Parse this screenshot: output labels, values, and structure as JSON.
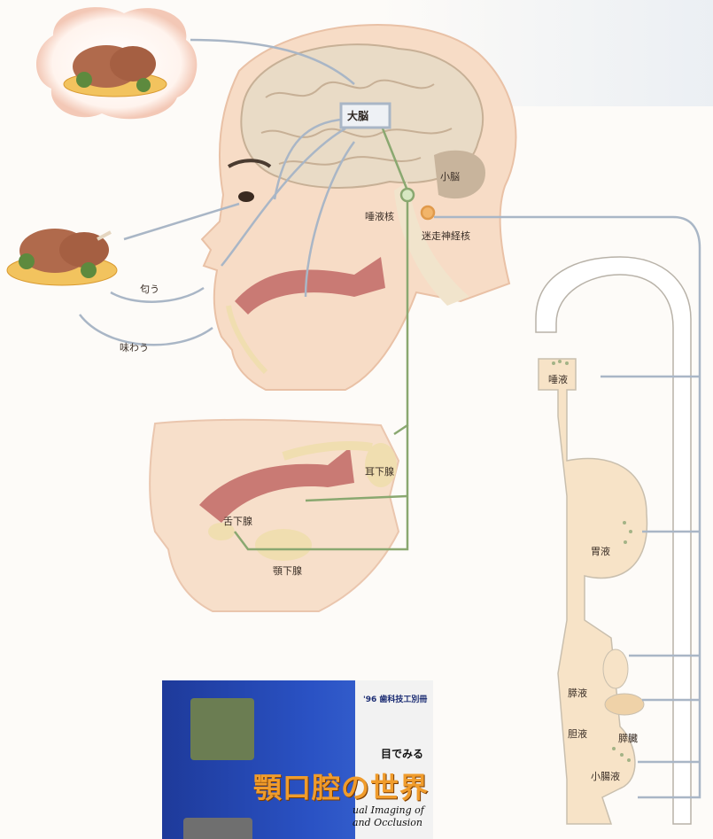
{
  "labels": {
    "cerebrum": "大脳",
    "cerebellum": "小脳",
    "salivary_nucleus": "唾液核",
    "vagus_nucleus": "迷走神経核",
    "smell": "匂う",
    "taste": "味わう",
    "parotid": "耳下腺",
    "sublingual": "舌下腺",
    "submandibular": "顎下腺",
    "saliva": "唾液",
    "gastric": "胃液",
    "pancreatic": "膵液",
    "bile": "胆液",
    "pancreas": "膵臓",
    "intestinal": "小腸液"
  },
  "book": {
    "tag": "'96 歯科技工別冊",
    "subtitle": "目でみる",
    "title": "顎口腔の世界",
    "english_line1": "ual Imaging of",
    "english_line2": "and Occlusion"
  },
  "colors": {
    "nerve_green": "#8aa870",
    "arrow_blue": "#a9b6c6",
    "gland_yellow": "#f0deb0",
    "tissue_red": "#c97a74",
    "skin": "#f7dcc6",
    "book_blue": "#2a52c4",
    "book_orange": "#f09c2c"
  }
}
